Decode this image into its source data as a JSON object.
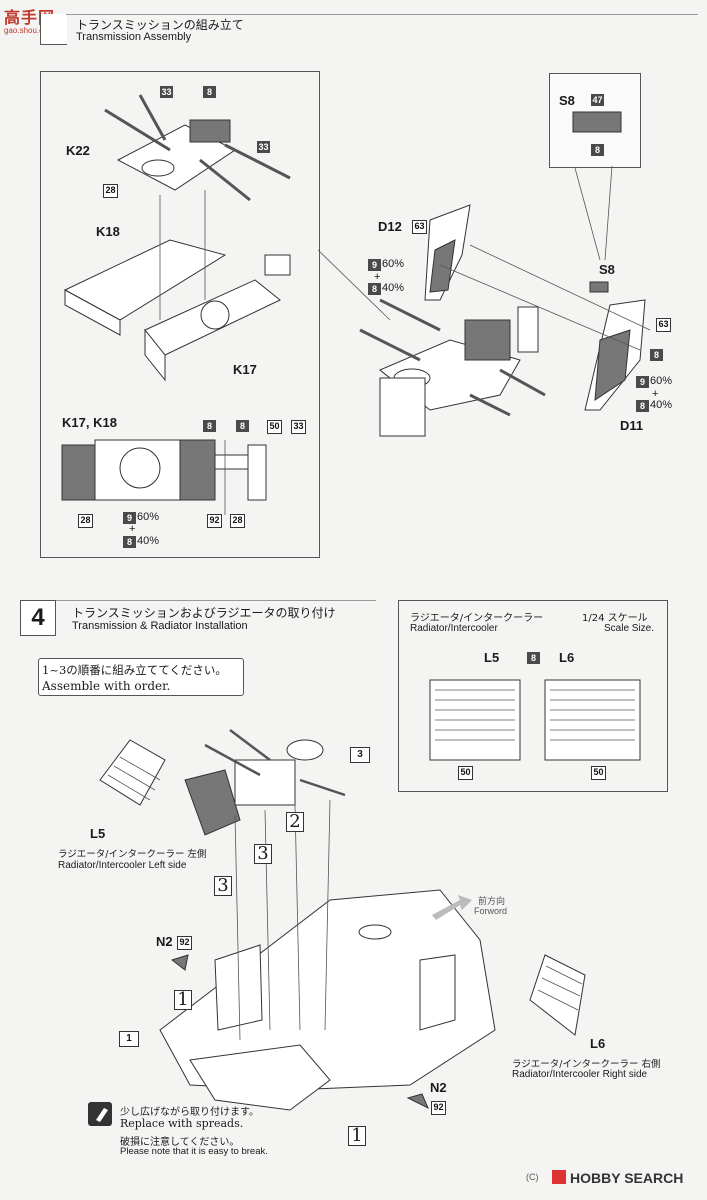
{
  "logo": {
    "text": "高手网",
    "domain": "gao.shou.com"
  },
  "step3": {
    "title_jp": "トランスミッションの組み立て",
    "title_en": "Transmission Assembly"
  },
  "step4": {
    "number": "4",
    "title_jp": "トランスミッションおよびラジエータの取り付け",
    "title_en": "Transmission & Radiator Installation"
  },
  "labels": {
    "k22": "K22",
    "k18": "K18",
    "k17": "K17",
    "k17k18": "K17, K18",
    "s8": "S8",
    "d12": "D12",
    "d11": "D11",
    "l5": "L5",
    "l6": "L6",
    "n2": "N2"
  },
  "paints": {
    "p33": "33",
    "p8": "8",
    "p28": "28",
    "p50": "50",
    "p92": "92",
    "p9": "9",
    "p47": "47",
    "p63": "63",
    "pct60": "60%",
    "pct40": "40%",
    "plus": "+"
  },
  "note": {
    "jp": "1~3の順番に組み立ててください。",
    "en": "Assemble with order."
  },
  "inset": {
    "title_jp": "ラジエータ/インタークーラー",
    "title_en": "Radiator/Intercooler",
    "scale_jp": "1/24 スケール",
    "scale_en": "Scale Size."
  },
  "l5_caption": {
    "jp": "ラジエータ/インタークーラー 左側",
    "en": "Radiator/Intercooler Left side"
  },
  "l6_caption": {
    "jp": "ラジエータ/インタークーラー 右側",
    "en": "Radiator/Intercooler Right side"
  },
  "forward": {
    "jp": "前方向",
    "en": "Forword"
  },
  "steprefs": {
    "one": "1",
    "two": "2",
    "three": "3"
  },
  "caution": {
    "jp1": "少し広げながら取り付けます。",
    "en1": "Replace with spreads.",
    "jp2": "破損に注意してください。",
    "en2": "Please note that it is easy to break."
  },
  "footer": {
    "copyright": "(C)",
    "brand": "HOBBY SEARCH"
  }
}
